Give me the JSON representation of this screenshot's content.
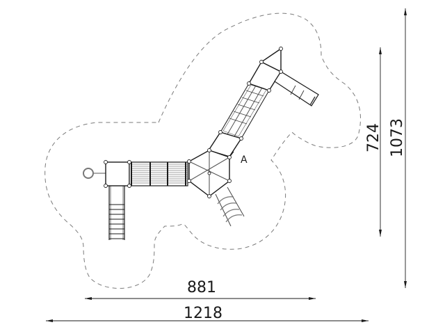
{
  "drawing": {
    "type": "playground equipment plan view",
    "marker_label": "A",
    "dimensions": {
      "horizontal_inner": "881",
      "horizontal_outer": "1218",
      "vertical_inner": "724",
      "vertical_outer": "1073"
    },
    "components": [
      {
        "name": "steering-wheel",
        "icon": "circle"
      },
      {
        "name": "square-platform-left"
      },
      {
        "name": "ladder-down"
      },
      {
        "name": "tunnel-bridge"
      },
      {
        "name": "hexagonal-tower"
      },
      {
        "name": "curved-climbing-ladder"
      },
      {
        "name": "net-climber-ramp"
      },
      {
        "name": "square-platform-top"
      },
      {
        "name": "triangular-roof-panel"
      },
      {
        "name": "slide"
      }
    ],
    "colors": {
      "line": "#1a1a1a",
      "safety_zone": "#7a7a7a",
      "background": "#ffffff"
    }
  }
}
